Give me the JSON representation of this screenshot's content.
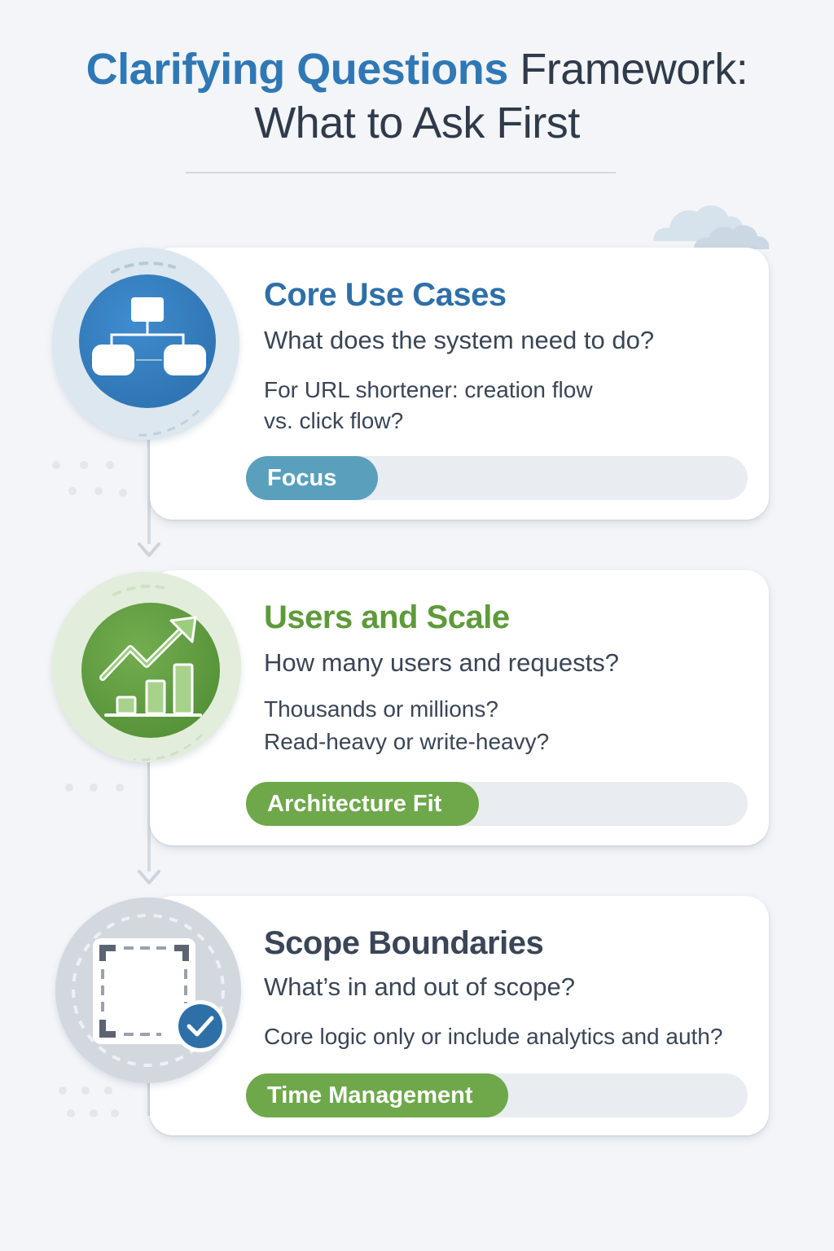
{
  "header": {
    "title_accent": "Clarifying Questions",
    "title_rest": " Framework:",
    "subtitle": "What to Ask First"
  },
  "colors": {
    "blue": "#2f78b5",
    "teal": "#5aa0bd",
    "green": "#6ea84a",
    "dark_text": "#2f3a4a",
    "gray_icon": "#c7ccd4"
  },
  "steps": [
    {
      "icon": "hierarchy-icon",
      "title": "Core Use Cases",
      "question": "What does the system need to do?",
      "detail_lines": [
        "For URL shortener: creation flow",
        "vs. click flow?"
      ],
      "tag": "Focus"
    },
    {
      "icon": "growth-chart-icon",
      "title": "Users and Scale",
      "question": "How many users and requests?",
      "detail_lines": [
        "Thousands or millions?",
        "Read-heavy or write-heavy?"
      ],
      "tag": "Architecture Fit"
    },
    {
      "icon": "scope-check-icon",
      "title": "Scope Boundaries",
      "question": "What’s in and out of scope?",
      "detail_lines": [
        "Core logic only or include analytics and auth?"
      ],
      "tag": "Time Management"
    }
  ]
}
